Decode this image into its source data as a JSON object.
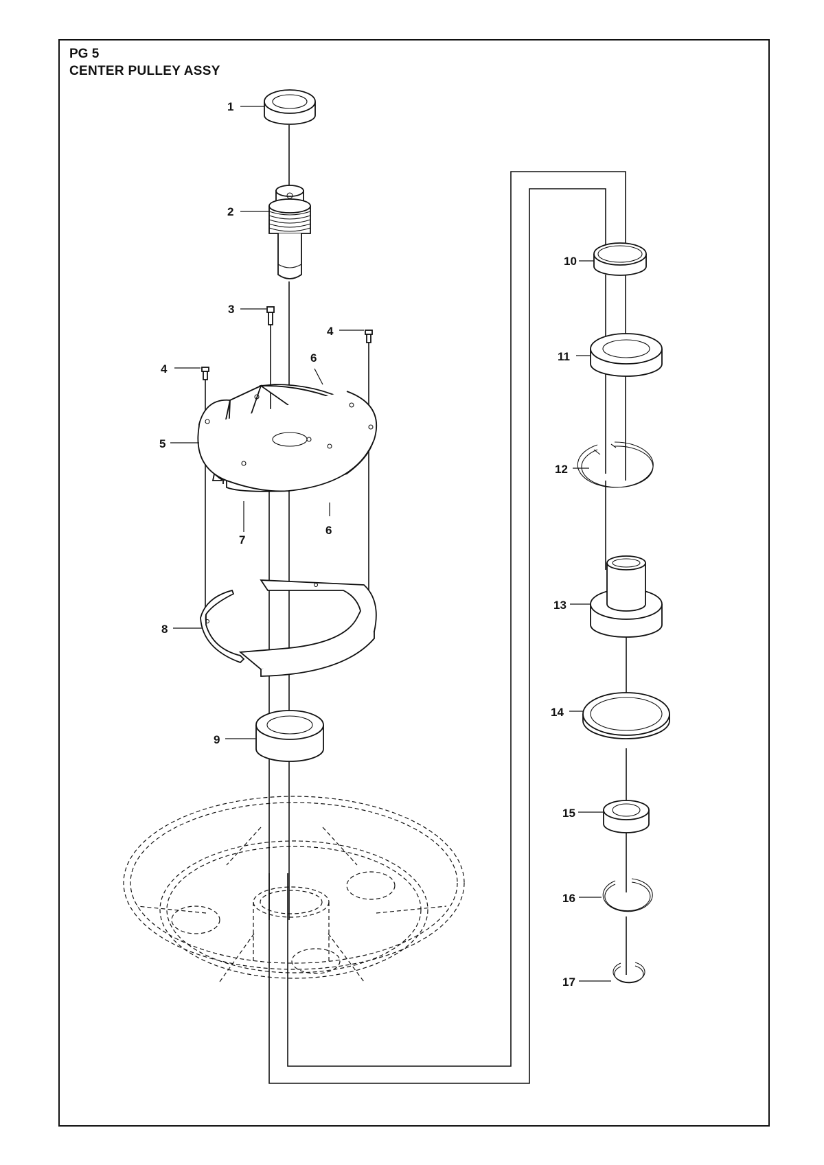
{
  "header": {
    "code": "PG 5",
    "title": "CENTER PULLEY ASSY"
  },
  "callouts": [
    "1",
    "2",
    "3",
    "4",
    "4",
    "5",
    "6",
    "6",
    "7",
    "8",
    "9",
    "10",
    "11",
    "12",
    "13",
    "14",
    "15",
    "16",
    "17"
  ]
}
